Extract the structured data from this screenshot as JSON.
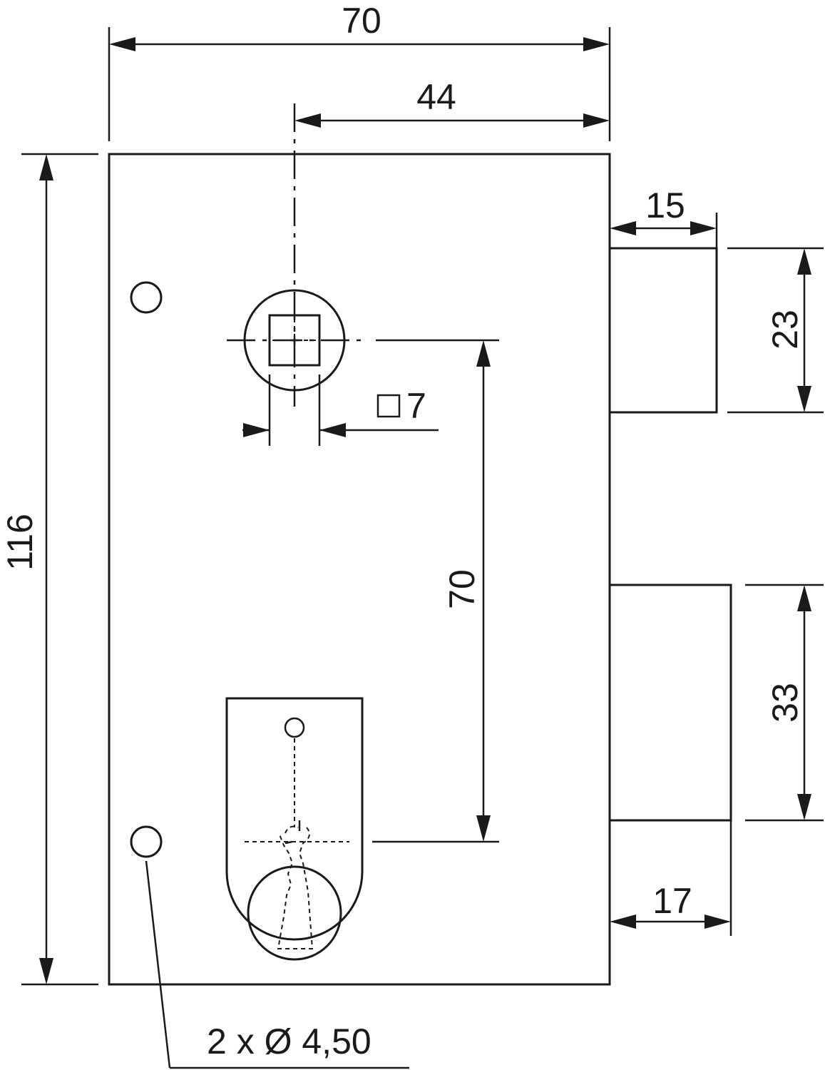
{
  "dimensions": {
    "overall_width": "70",
    "spindle_offset": "44",
    "overall_height": "116",
    "latch_projection": "15",
    "latch_height": "23",
    "square_size": "7",
    "center_distance": "70",
    "bolt_height": "33",
    "bolt_projection": "17",
    "mounting_holes": "2 x Ø 4,50"
  },
  "colors": {
    "line": "#1a1a1a",
    "background": "#ffffff"
  }
}
